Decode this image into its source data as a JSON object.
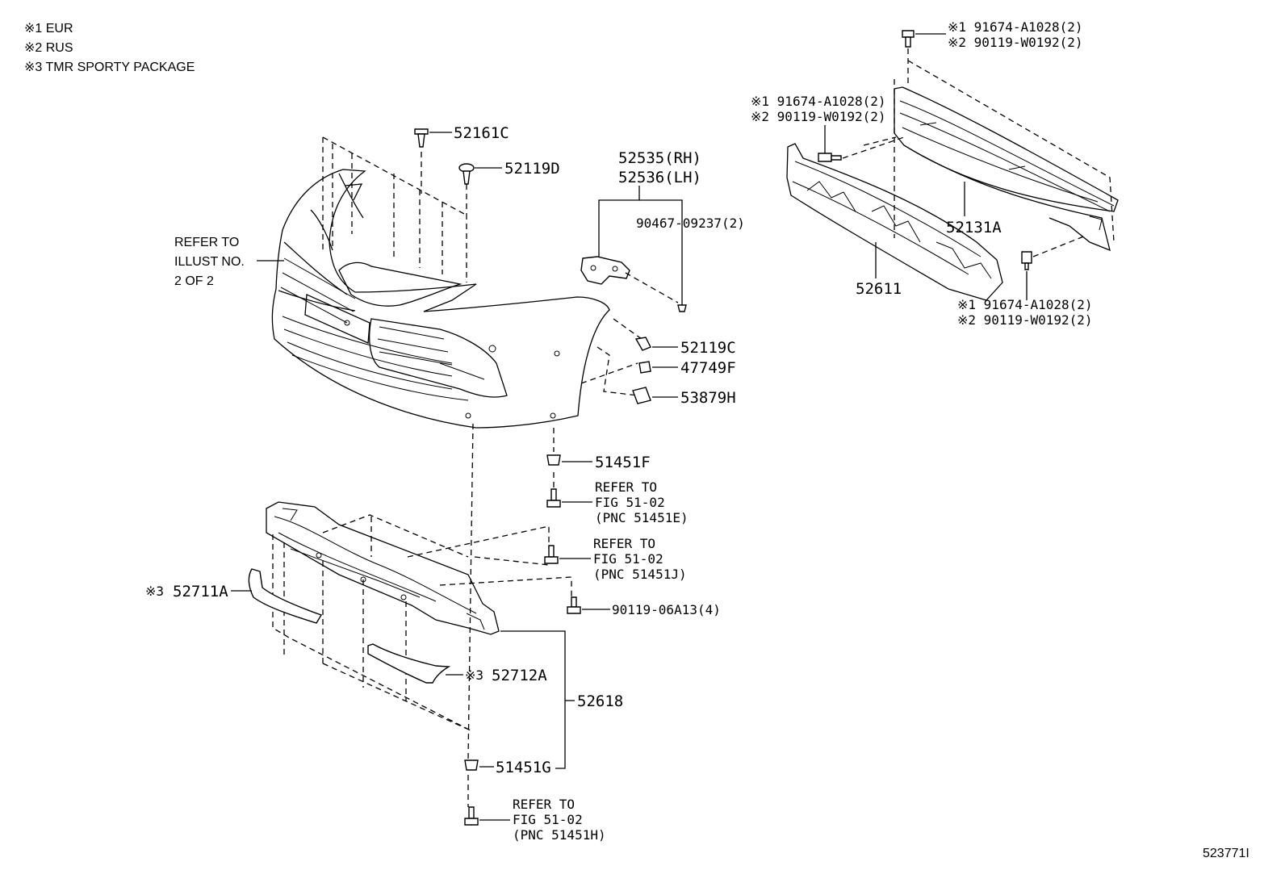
{
  "legend": {
    "note1": "※1 EUR",
    "note2": "※2 RUS",
    "note3": "※3 TMR SPORTY PACKAGE"
  },
  "refer_illust": [
    "REFER TO",
    "ILLUST NO.",
    "2 OF 2"
  ],
  "parts": {
    "p52161C": "52161C",
    "p52119D": "52119D",
    "p52535": "52535(RH)",
    "p52536": "52536(LH)",
    "p90467": "90467-09237(2)",
    "p52119C": "52119C",
    "p47749F": "47749F",
    "p53879H": "53879H",
    "p51451F": "51451F",
    "p52711A": "52711A",
    "p52712A": "52712A",
    "p52618": "52618",
    "p51451G": "51451G",
    "p90119_06A13": "90119-06A13(4)",
    "p52131A": "52131A",
    "p52611": "52611"
  },
  "sporty_mark": "※3",
  "refer_fig_e": [
    "REFER TO",
    "FIG 51-02",
    "(PNC 51451E)"
  ],
  "refer_fig_j": [
    "REFER TO",
    "FIG 51-02",
    "(PNC 51451J)"
  ],
  "refer_fig_h": [
    "REFER TO",
    "FIG 51-02",
    "(PNC 51451H)"
  ],
  "bolt_top": [
    "※1 91674-A1028(2)",
    "※2 90119-W0192(2)"
  ],
  "bolt_left": [
    "※1 91674-A1028(2)",
    "※2 90119-W0192(2)"
  ],
  "bolt_right": [
    "※1 91674-A1028(2)",
    "※2 90119-W0192(2)"
  ],
  "diagram_id": "523771I"
}
